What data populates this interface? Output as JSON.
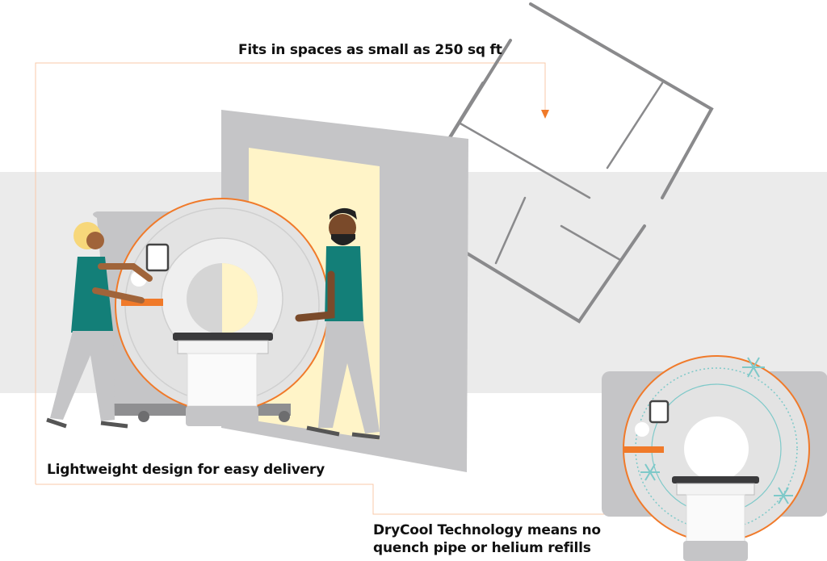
{
  "captions": {
    "space": "Fits in spaces as small as 250 sq ft",
    "weight": "Lightweight design for easy delivery",
    "drycool_line1": "DryCool Technology means no",
    "drycool_line2": "quench pipe or helium refills"
  },
  "colors": {
    "accent": "#f07a2a",
    "callout_line": "#f9c9a8",
    "band": "#ebebeb",
    "scanner": "#e3e3e3",
    "scrubs": "#137f78",
    "cooling": "#7ec9c9",
    "doorway": "#fff4c8"
  },
  "icons": [
    "snowflake-icon",
    "floorplan-icon",
    "mri-scanner-icon",
    "arrow-down-icon"
  ]
}
